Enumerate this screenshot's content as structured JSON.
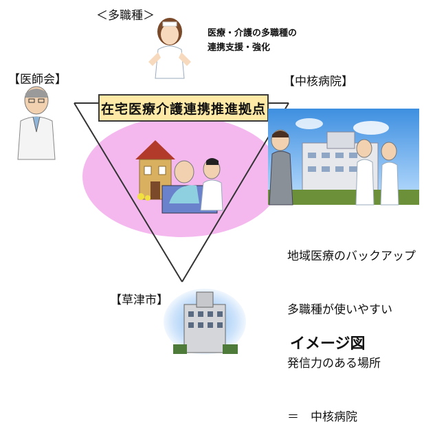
{
  "diagram": {
    "center_title": "在宅医療介護連携推進拠点",
    "top_label": "＜多職種＞",
    "top_note_line1": "医療・介護の多職種の",
    "top_note_line2": "連携支援・強化",
    "left_label": "【医師会】",
    "right_label": "【中核病院】",
    "bottom_label": "【草津市】",
    "hospital_lines": [
      "地域医療のバックアップ",
      "多職種が使いやすい",
      "発信力のある場所",
      "＝　中核病院"
    ],
    "footer": "イメージ図"
  },
  "colors": {
    "ellipse": "#f4b8ef",
    "title_box": "#ffe9a6",
    "sky": "#5aa8e8",
    "lines": "#333333"
  },
  "icons": [
    "nurse-figure",
    "doctor-figure",
    "hospital-staff-group",
    "house-icon",
    "patient-care-scene",
    "city-hall-building"
  ]
}
